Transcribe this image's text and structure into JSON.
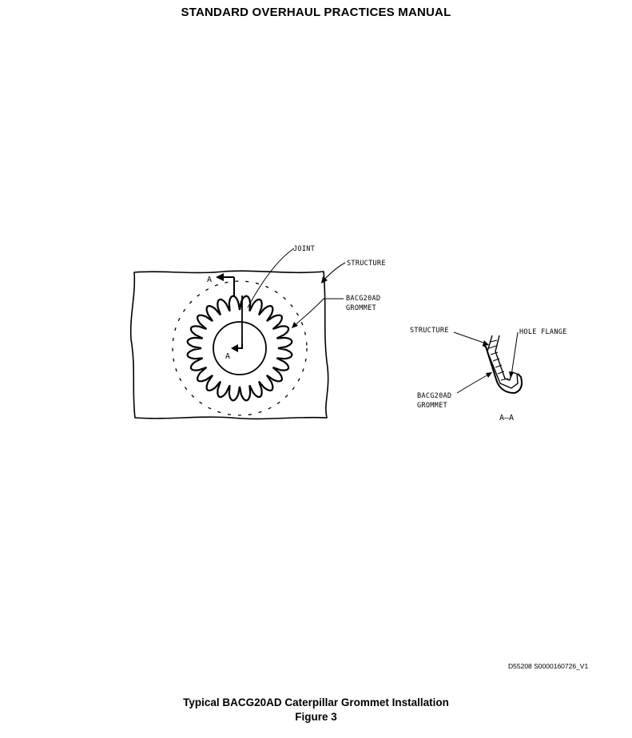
{
  "header": {
    "title": "STANDARD OVERHAUL PRACTICES MANUAL"
  },
  "figure": {
    "labels": {
      "joint": "JOINT",
      "structure_left": "STRUCTURE",
      "grommet_left_line1": "BACG20AD",
      "grommet_left_line2": "GROMMET",
      "section_marker_top": "A",
      "section_marker_center": "A",
      "structure_right": "STRUCTURE",
      "hole_flange": "HOLE FLANGE",
      "grommet_right_line1": "BACG20AD",
      "grommet_right_line2": "GROMMET",
      "section_view": "A–A"
    },
    "reference_id": "D55208 S0000160726_V1"
  },
  "caption": {
    "title": "Typical BACG20AD Caterpillar Grommet Installation",
    "figure_number": "Figure 3"
  }
}
